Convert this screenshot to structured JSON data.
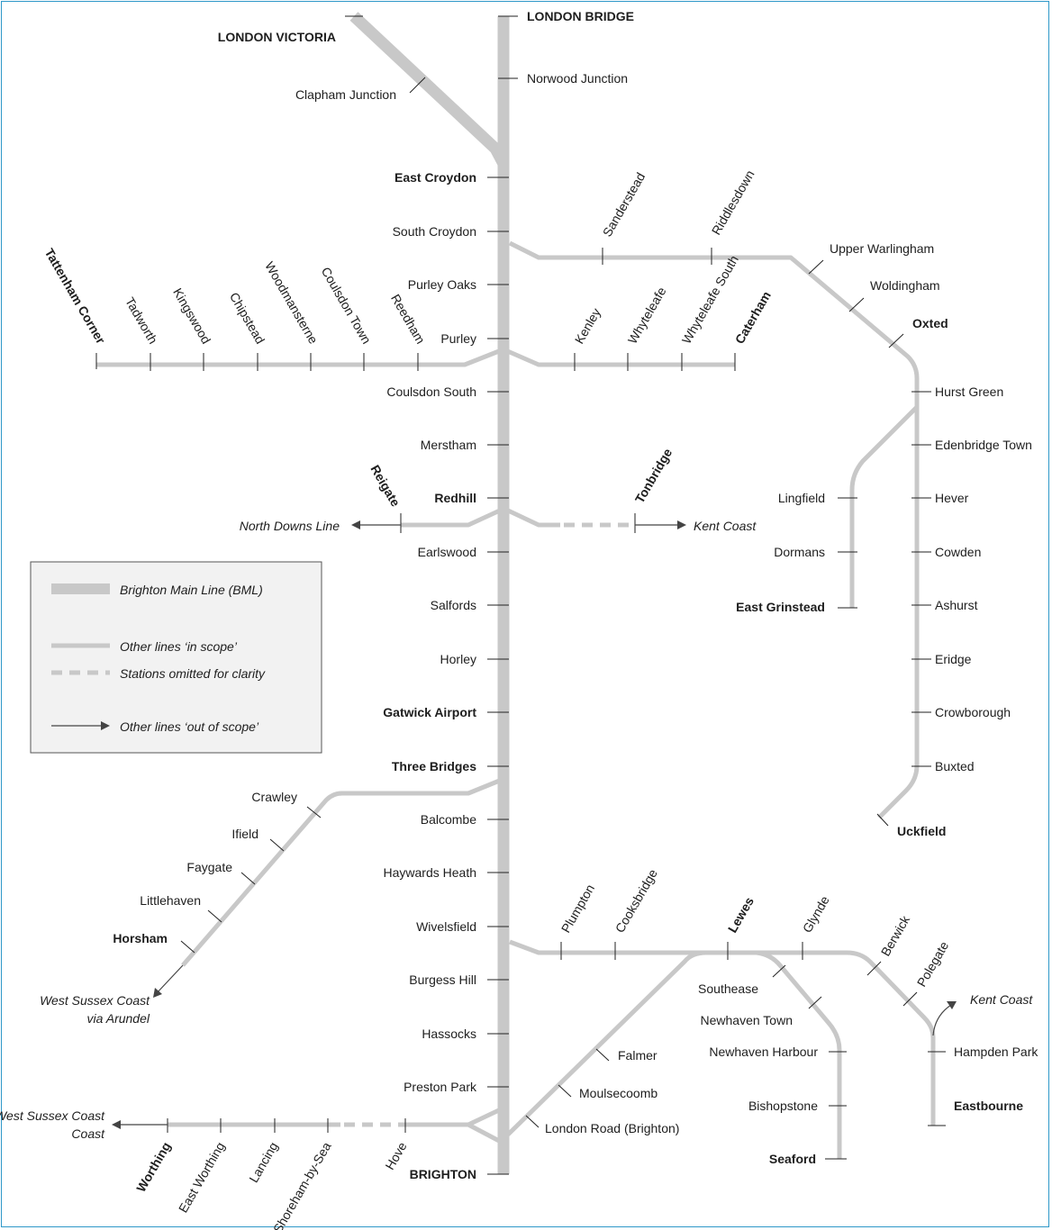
{
  "main_line": {
    "top": "LONDON BRIDGE",
    "stations": [
      "Norwood Junction",
      "East Croydon",
      "South Croydon",
      "Purley Oaks",
      "Purley",
      "Coulsdon South",
      "Merstham",
      "Redhill",
      "Earlswood",
      "Salfords",
      "Horley",
      "Gatwick Airport",
      "Three Bridges",
      "Balcombe",
      "Haywards Heath",
      "Wivelsfield",
      "Burgess Hill",
      "Hassocks",
      "Preston Park"
    ],
    "bottom": "BRIGHTON"
  },
  "victoria": {
    "terminus": "LONDON VICTORIA",
    "stations": [
      "Clapham Junction"
    ]
  },
  "tattenham": {
    "terminus": "Tattenham Corner",
    "stations": [
      "Tadworth",
      "Kingswood",
      "Chipstead",
      "Woodmansterne",
      "Coulsdon Town",
      "Reedham"
    ]
  },
  "caterham": {
    "terminus": "Caterham",
    "stations": [
      "Kenley",
      "Whyteleafe",
      "Whyteleafe South"
    ]
  },
  "oxted": {
    "stations": [
      "Sanderstead",
      "Riddlesdown",
      "Upper Warlingham",
      "Woldingham",
      "Oxted"
    ]
  },
  "east_grinstead": {
    "stations": [
      "Lingfield",
      "Dormans"
    ],
    "terminus": "East Grinstead"
  },
  "uckfield": {
    "stations": [
      "Hurst Green",
      "Edenbridge Town",
      "Hever",
      "Cowden",
      "Ashurst",
      "Eridge",
      "Crowborough",
      "Buxted"
    ],
    "terminus": "Uckfield"
  },
  "reigate": {
    "station": "Reigate",
    "out": "North Downs Line"
  },
  "tonbridge": {
    "station": "Tonbridge",
    "out": "Kent Coast"
  },
  "horsham": {
    "stations": [
      "Crawley",
      "Ifield",
      "Faygate",
      "Littlehaven",
      "Horsham"
    ],
    "out": [
      "West Sussex Coast",
      "via Arundel"
    ]
  },
  "coastway_west": {
    "stations": [
      "Worthing",
      "East Worthing",
      "Lancing",
      "Shoreham-by-Sea",
      "Hove"
    ],
    "out": [
      "West Sussex Coast",
      "Coast"
    ]
  },
  "east_coastway": {
    "stations": [
      "Plumpton",
      "Cooksbridge",
      "Lewes",
      "Glynde",
      "Berwick",
      "Polegate"
    ],
    "out": "Kent Coast"
  },
  "brighton_lewes": {
    "stations": [
      "Falmer",
      "Moulsecoomb",
      "London Road (Brighton)"
    ]
  },
  "seaford": {
    "stations": [
      "Southease",
      "Newhaven Town",
      "Newhaven Harbour",
      "Bishopstone",
      "Seaford"
    ]
  },
  "eastbourne": {
    "stations": [
      "Hampden Park",
      "Eastbourne"
    ]
  },
  "legend": {
    "bml": "Brighton Main Line (BML)",
    "other": "Other lines ‘in scope’",
    "omitted": "Stations omitted for clarity",
    "out": "Other lines ‘out of scope’"
  }
}
